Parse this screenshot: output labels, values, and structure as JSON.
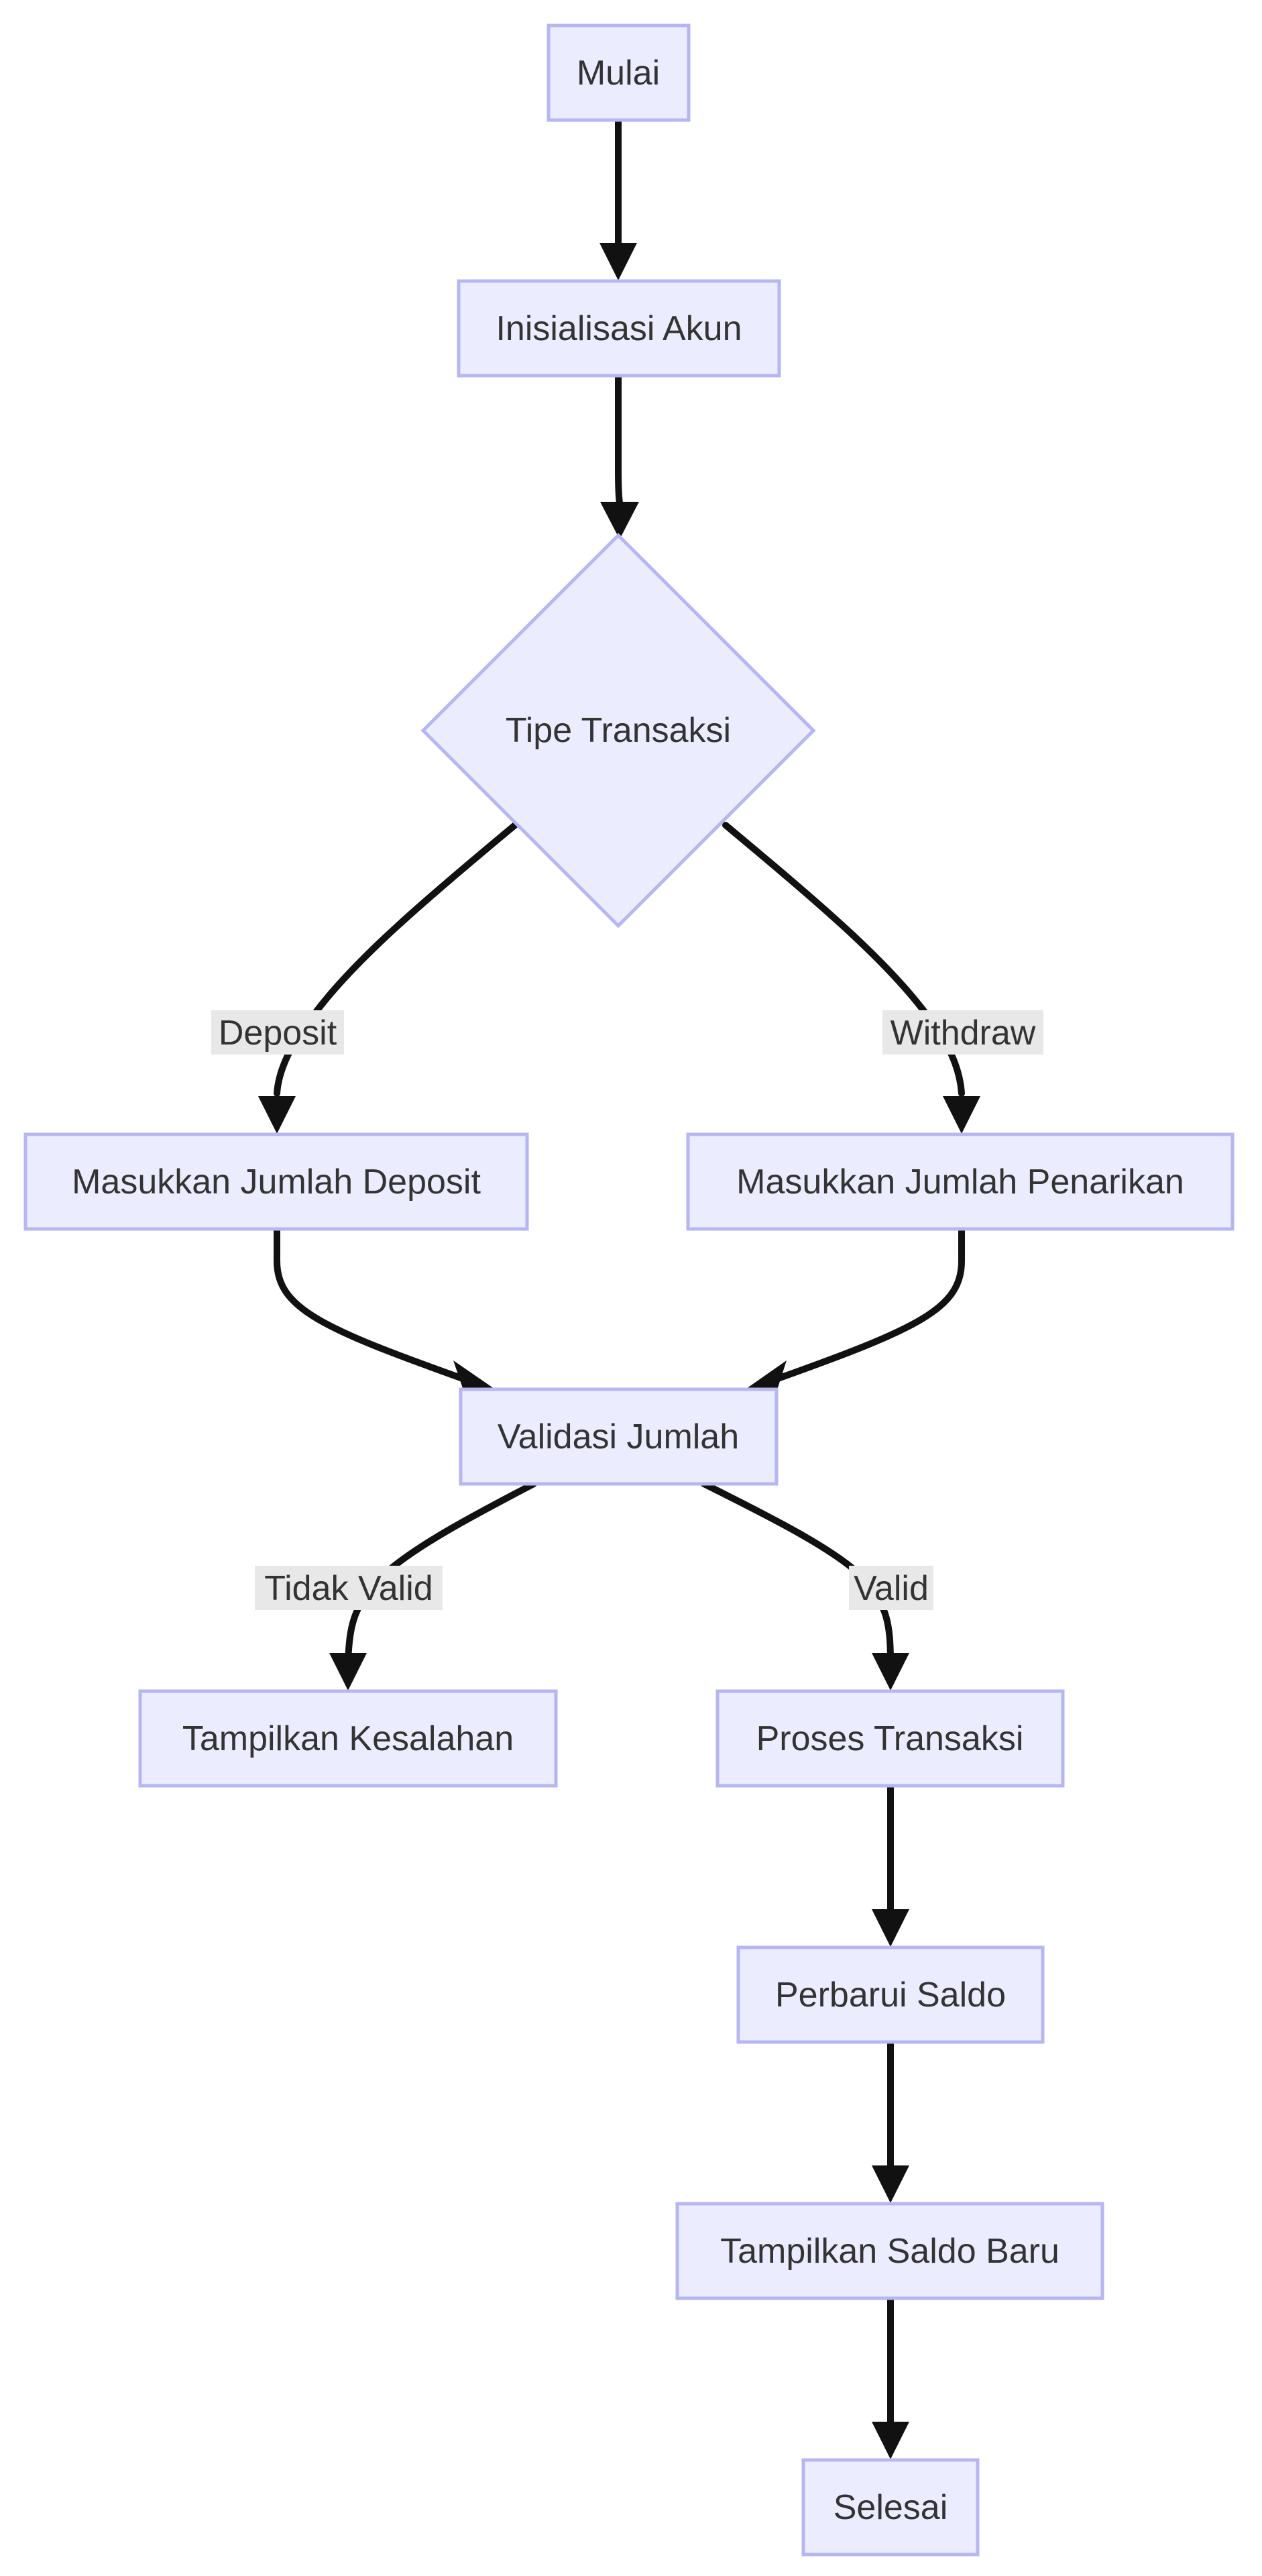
{
  "colors": {
    "node_fill": "#ECECFF",
    "node_stroke": "#B6B6F2",
    "edge": "#111111",
    "text": "#333333",
    "edge_label_bg": "#E8E8E8"
  },
  "nodes": {
    "mulai": "Mulai",
    "inisialisasi_akun": "Inisialisasi Akun",
    "tipe_transaksi": "Tipe Transaksi",
    "masukkan_jumlah_deposit": "Masukkan Jumlah Deposit",
    "masukkan_jumlah_penarikan": "Masukkan Jumlah Penarikan",
    "validasi_jumlah": "Validasi Jumlah",
    "tampilkan_kesalahan": "Tampilkan Kesalahan",
    "proses_transaksi": "Proses Transaksi",
    "perbarui_saldo": "Perbarui Saldo",
    "tampilkan_saldo_baru": "Tampilkan Saldo Baru",
    "selesai": "Selesai"
  },
  "edge_labels": {
    "deposit": "Deposit",
    "withdraw": "Withdraw",
    "tidak_valid": "Tidak Valid",
    "valid": "Valid"
  }
}
